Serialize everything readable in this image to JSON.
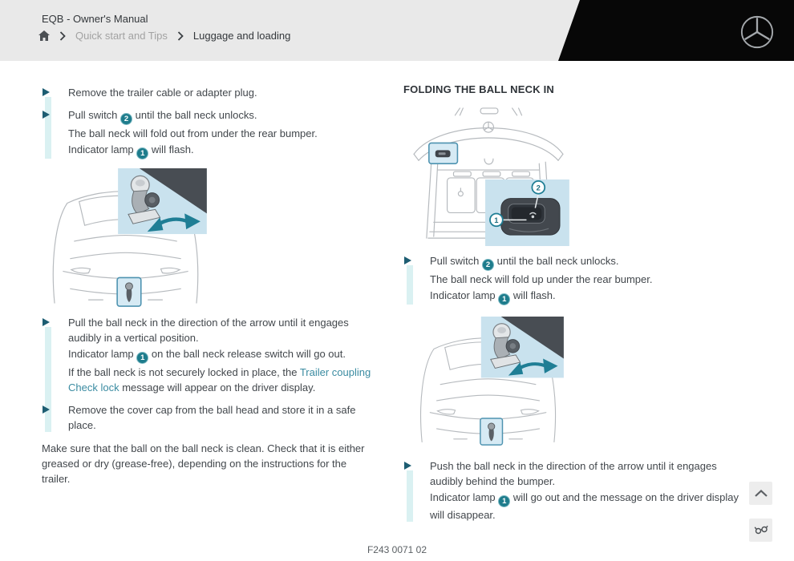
{
  "header": {
    "title": "EQB - Owner's Manual",
    "breadcrumb": {
      "section": "Quick start and Tips",
      "page": "Luggage and loading"
    }
  },
  "left": {
    "step1": {
      "text": "Remove the trailer cable or adapter plug."
    },
    "step2": {
      "before": "Pull switch",
      "marker": "2",
      "after": "until the ball neck unlocks.",
      "sub1": "The ball neck will fold out from under the rear bumper.",
      "sub2_before": "Indicator lamp",
      "sub2_marker": "1",
      "sub2_after": "will flash."
    },
    "step3": {
      "text": "Pull the ball neck in the direction of the arrow until it engages audibly in a vertical position.",
      "sub1_before": "Indicator lamp",
      "sub1_marker": "1",
      "sub1_after": "on the ball neck release switch will go out.",
      "sub2_before": "If the ball neck is not securely locked in place, the",
      "sub2_link": "Trailer coupling Check lock",
      "sub2_after": "message will appear on the driver display."
    },
    "step4": {
      "text": "Remove the cover cap from the ball head and store it in a safe place."
    },
    "note": "Make sure that the ball on the ball neck is clean. Check that it is either greased or dry (grease-free), depending on the instructions for the trailer."
  },
  "right": {
    "heading": "FOLDING THE BALL NECK IN",
    "step1": {
      "before": "Pull switch",
      "marker": "2",
      "after": "until the ball neck unlocks.",
      "sub1": "The ball neck will fold up under the rear bumper.",
      "sub2_before": "Indicator lamp",
      "sub2_marker": "1",
      "sub2_after": "will flash."
    },
    "step2": {
      "text": "Push the ball neck in the direction of the arrow until it engages audibly behind the bumper.",
      "sub1_before": "Indicator lamp",
      "sub1_marker": "1",
      "sub1_after": "will go out and the message on the driver display will disappear."
    },
    "illustration_markers": {
      "m1": "1",
      "m2": "2"
    }
  },
  "footer": {
    "figure_code": "F243 0071 02"
  },
  "colors": {
    "accent_teal": "#1e7c8c",
    "link_teal": "#3a8ba1",
    "step_bar": "#daf1f2",
    "inset_blue": "#c9e2ee",
    "header_gray": "#e9e9e9"
  }
}
